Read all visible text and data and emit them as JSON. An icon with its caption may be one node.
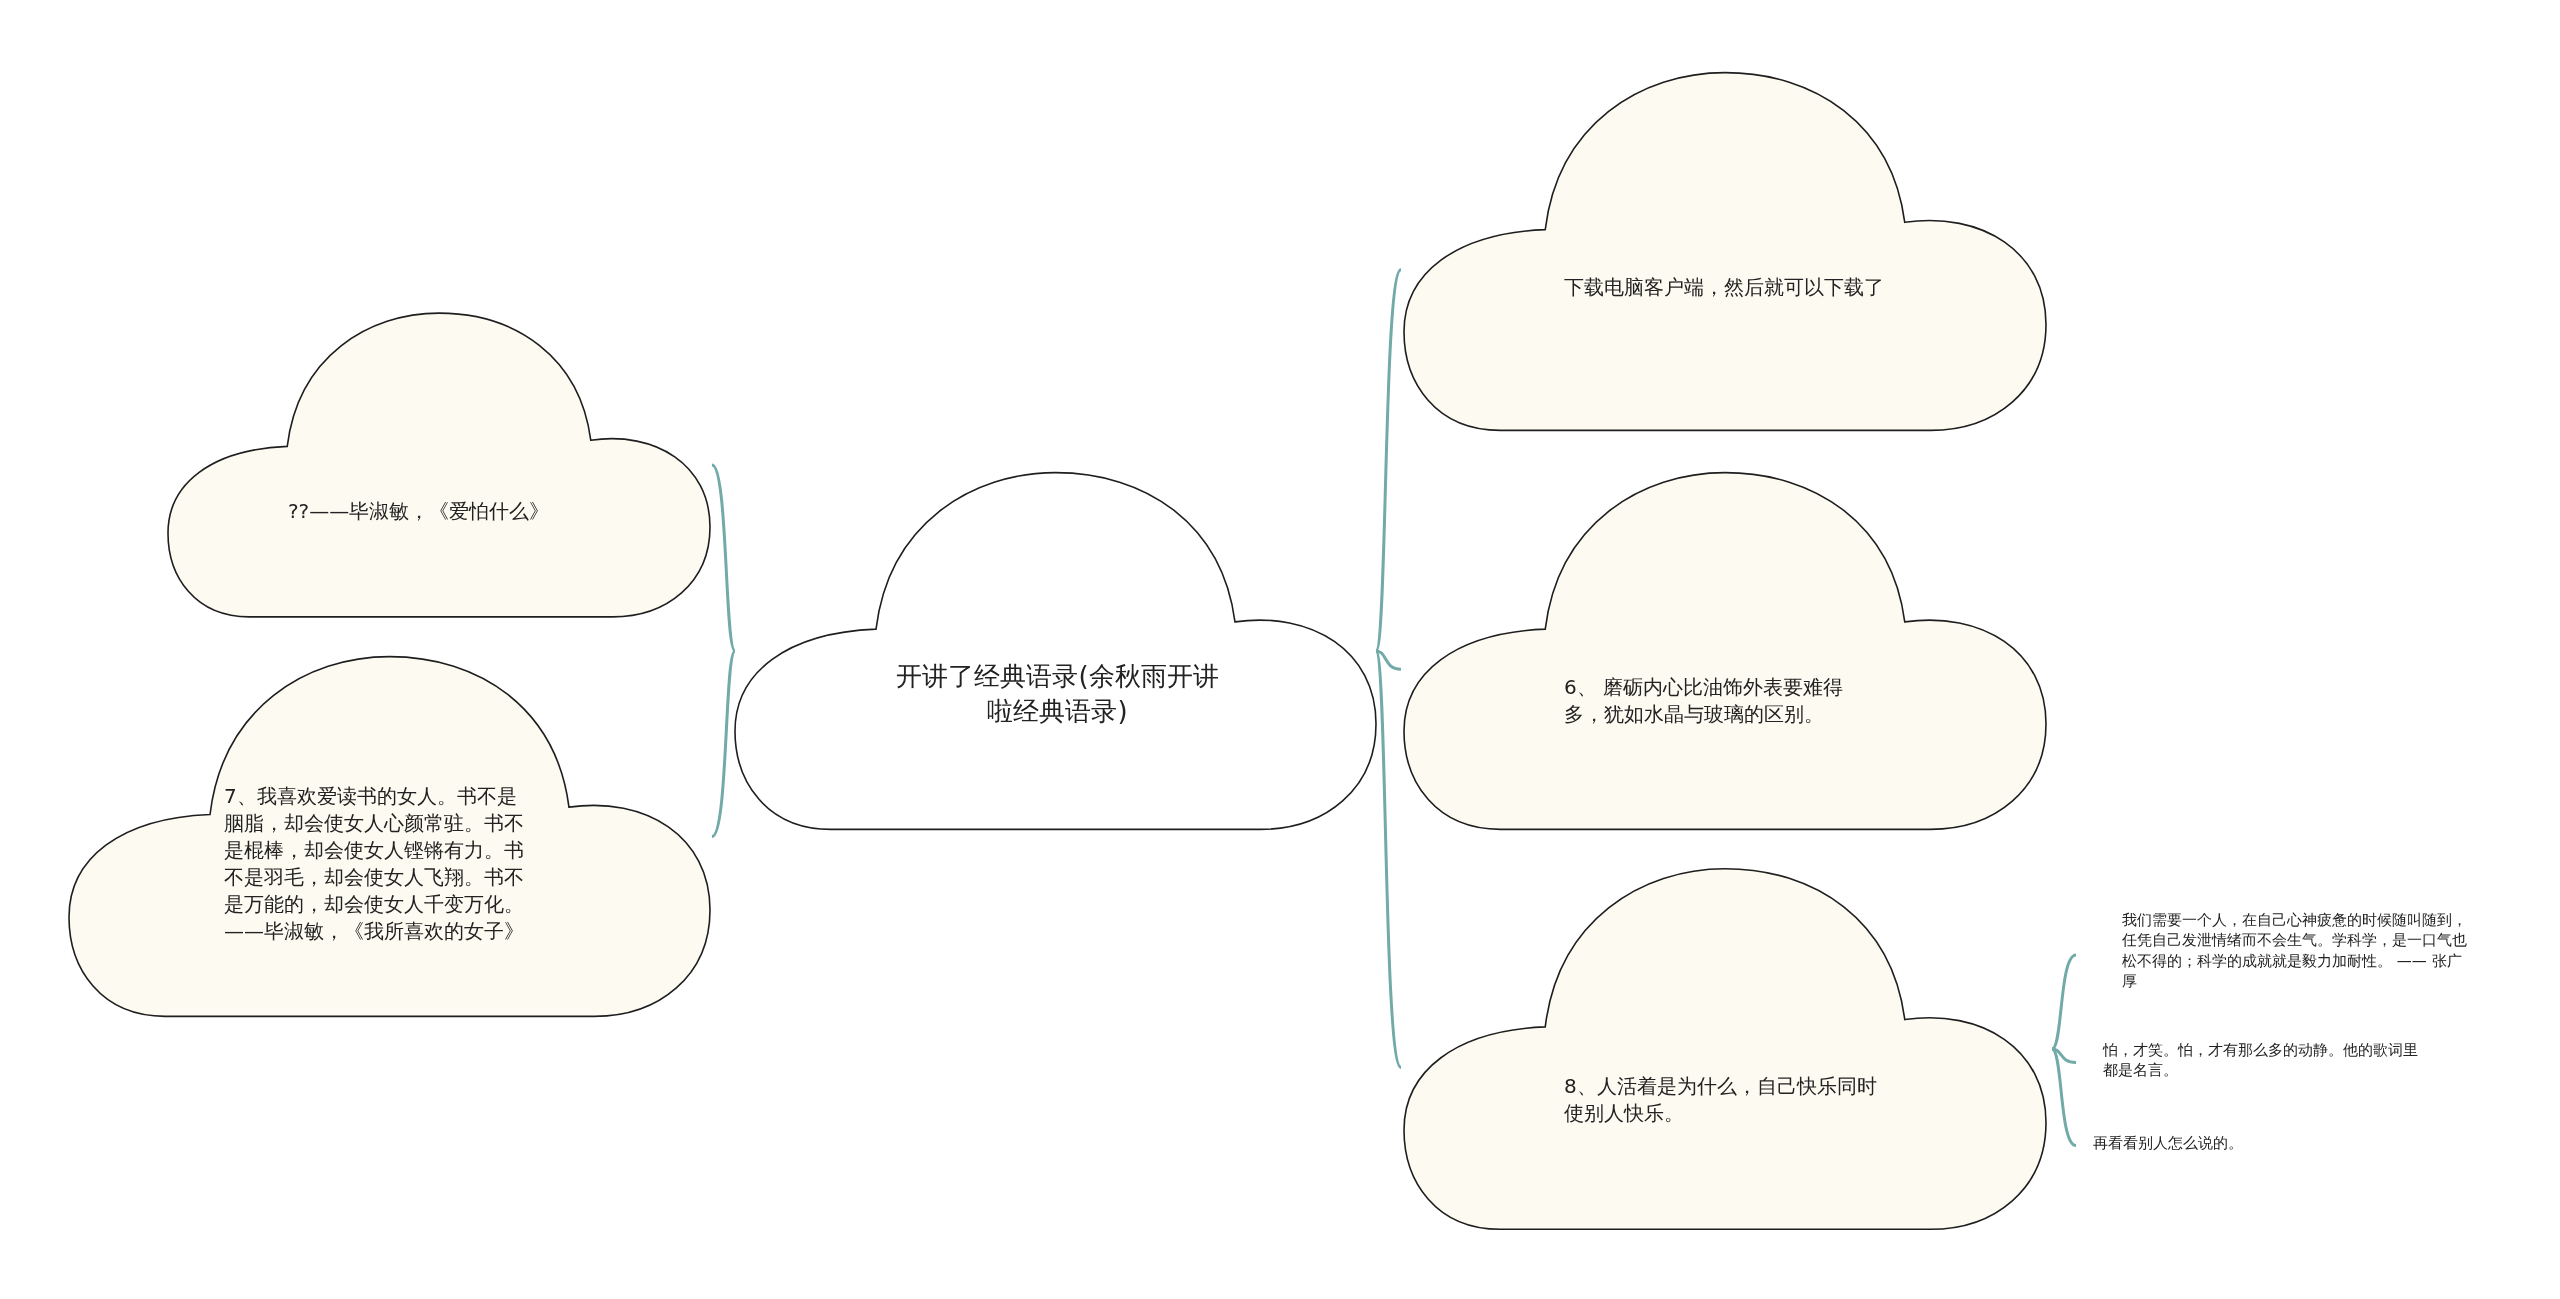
{
  "diagram": {
    "nodes": [
      {
        "text": [
          "开讲了经典语录(余秋雨开讲啦经典语录)"
        ]
      },
      {
        "text": [
          "??——毕淑敏，《爱怕什么》"
        ]
      },
      {
        "text": [
          "7、我喜欢爱读书的女人。书不是胭脂，却会使女人心颜常驻。书不是棍棒，却会使女人铿锵有力。书不是羽毛，却会使女人飞翔。书不是万能的，却会使女人千变万化。——毕淑敏，《我所喜欢的女子》"
        ]
      },
      {
        "text": [
          "下载电脑客户端，然后就可以下载了"
        ]
      },
      {
        "text": [
          "6、 磨砺内心比油饰外表要难得多，犹如水晶与玻璃的区别。"
        ]
      },
      {
        "text": [
          "8、人活着是为什么，自己快乐同时使别人快乐。"
        ]
      },
      {
        "text": [
          "我们需要一个人，在自己心神疲惫的时候随叫随到，任凭自己发泄情绪而不会生气。学科学，是一口气也松不得的；科学的成就就是毅力加耐性。 —— 张广厚"
        ]
      },
      {
        "text": [
          "怕，才笑。怕，才有那么多的动静。他的歌词里都是名言。"
        ]
      },
      {
        "text": [
          "再看看别人怎么说的。"
        ]
      }
    ],
    "edges": [
      {
        "from": 0,
        "to": 1,
        "arrow": "none"
      },
      {
        "from": 0,
        "to": 2,
        "arrow": "none"
      },
      {
        "from": 0,
        "to": 3,
        "arrow": "none"
      },
      {
        "from": 0,
        "to": 4,
        "arrow": "none"
      },
      {
        "from": 0,
        "to": 5,
        "arrow": "none"
      },
      {
        "from": 5,
        "to": 6,
        "arrow": "none"
      },
      {
        "from": 5,
        "to": 7,
        "arrow": "none"
      },
      {
        "from": 5,
        "to": 8,
        "arrow": "none"
      }
    ]
  }
}
